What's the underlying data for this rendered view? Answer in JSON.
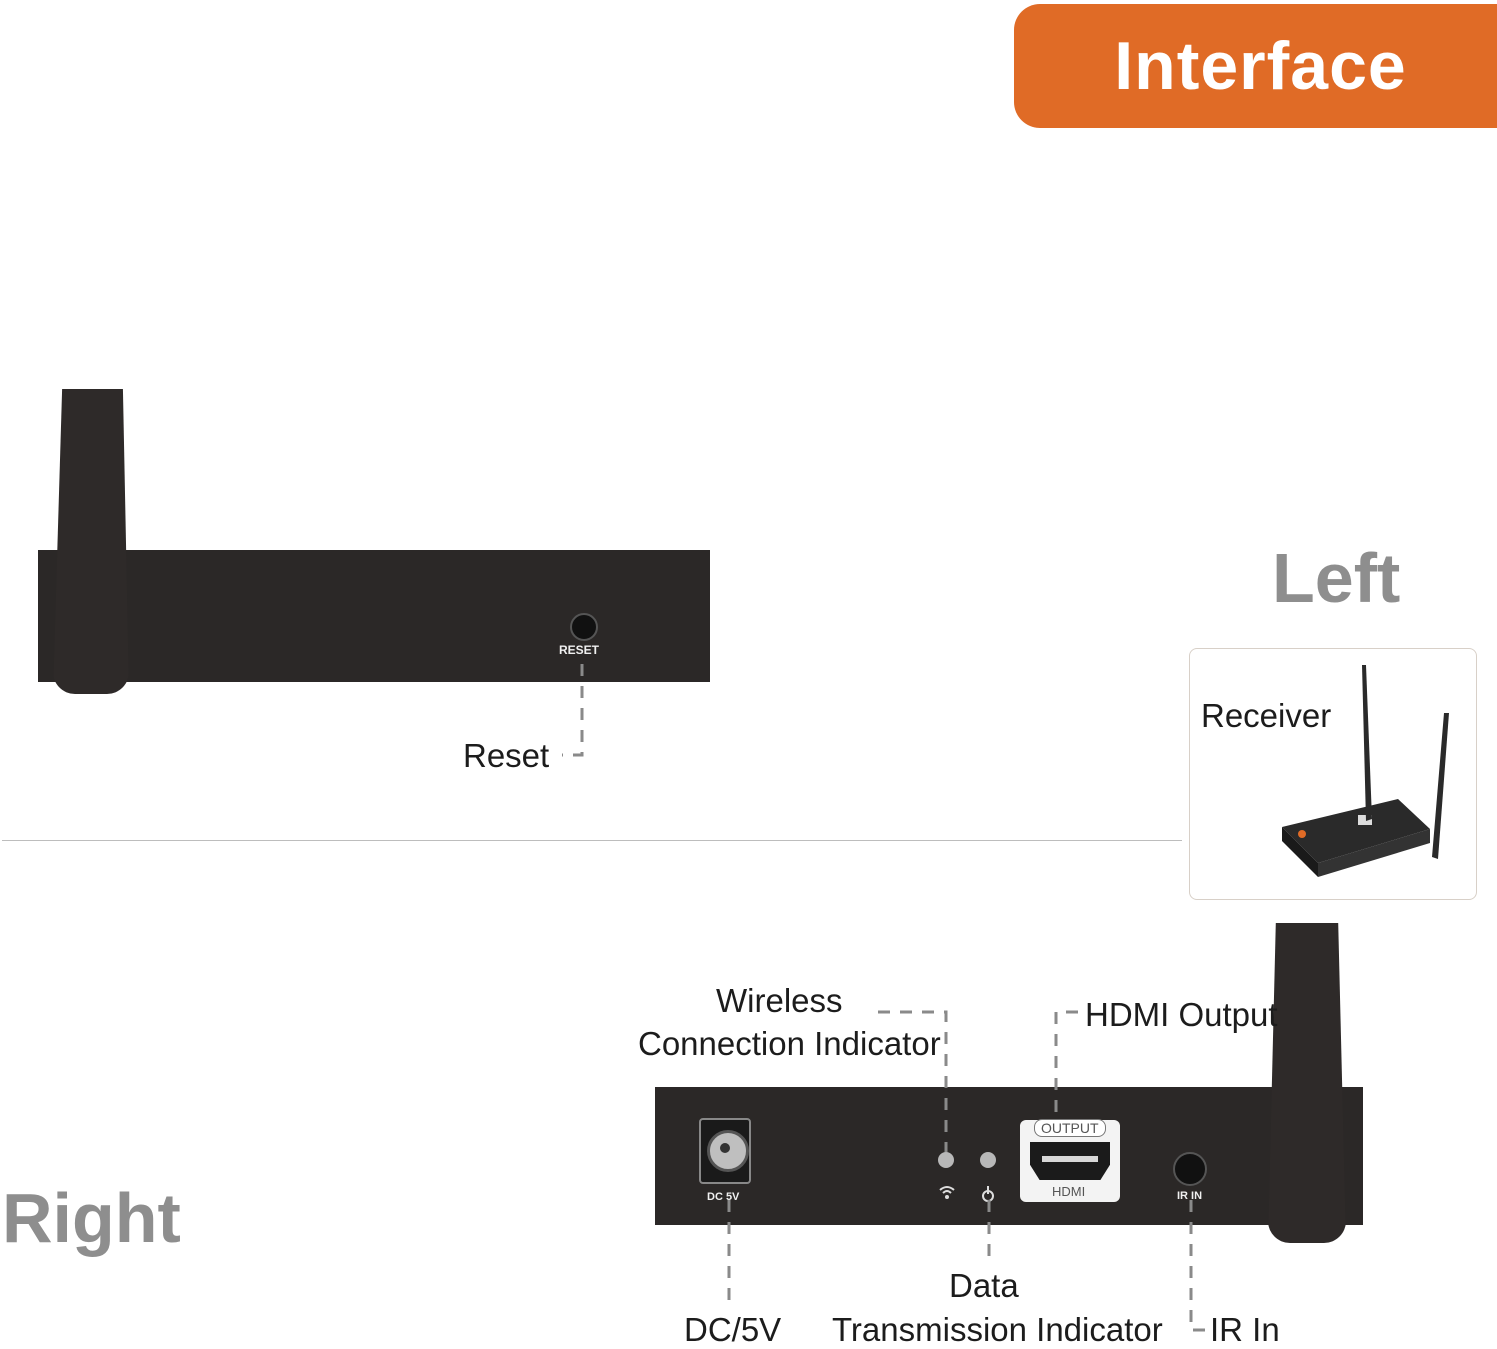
{
  "banner": {
    "title": "Interface"
  },
  "sections": {
    "left_label": "Left",
    "right_label": "Right"
  },
  "thumbnail": {
    "caption": "Receiver"
  },
  "left_panel": {
    "button_label": "RESET",
    "callout": "Reset"
  },
  "right_panel": {
    "power_label": "DC 5V",
    "hdmi_top": "OUTPUT",
    "hdmi_bottom": "HDMI",
    "ir_label": "IR IN",
    "callouts": {
      "wireless_line1": "Wireless",
      "wireless_line2": "Connection Indicator",
      "hdmi_output": "HDMI Output",
      "data_line1": "Data",
      "data_line2": "Transmission Indicator",
      "dc": "DC/5V",
      "ir": "IR In"
    }
  },
  "colors": {
    "accent": "#e06b26",
    "device": "#2b2827",
    "label_gray": "#8e8e8e"
  },
  "icons": [
    "wifi-icon",
    "data-indicator-icon",
    "hdmi-port-icon",
    "dc-jack-icon",
    "ir-jack-icon",
    "reset-button-icon"
  ]
}
